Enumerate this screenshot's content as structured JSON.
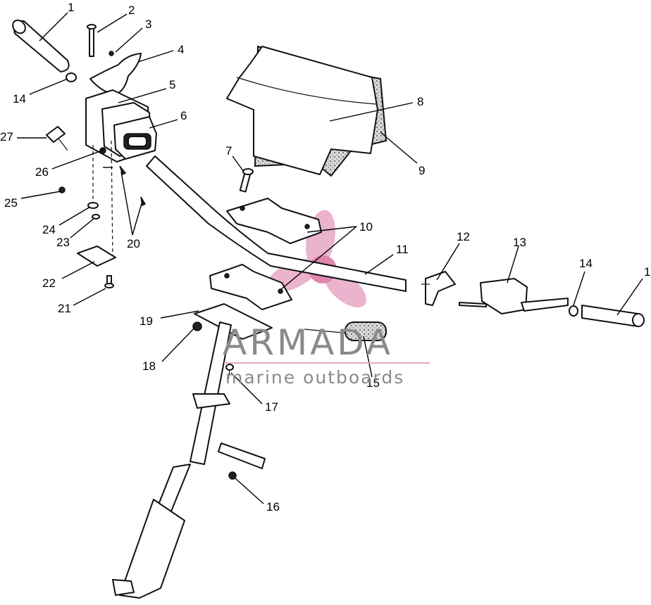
{
  "watermark": {
    "title": "ARMADA",
    "subtitle": "marine outboards",
    "logo_color": "#e7a6c6",
    "text_color": "#8a8a8a"
  },
  "callouts": {
    "c1": "1",
    "c2": "2",
    "c3": "3",
    "c4": "4",
    "c5": "5",
    "c6": "6",
    "c7": "7",
    "c8": "8",
    "c9": "9",
    "c10": "10",
    "c11": "11",
    "c12": "12",
    "c13": "13",
    "c14a": "14",
    "c14b": "14",
    "c1b": "1",
    "c15": "15",
    "c16": "16",
    "c17": "17",
    "c18": "18",
    "c19": "19",
    "c20": "20",
    "c21": "21",
    "c22": "22",
    "c23": "23",
    "c24": "24",
    "c25": "25",
    "c26": "26",
    "c27": "27"
  }
}
